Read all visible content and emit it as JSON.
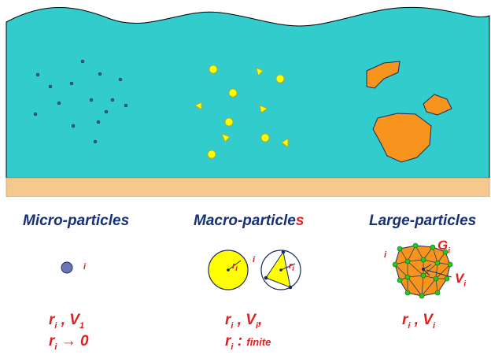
{
  "colors": {
    "water": "#33cccc",
    "sand": "#f5c98d",
    "navy": "#17307a",
    "red": "#e0201c",
    "yellow": "#ffff00",
    "orange": "#f7941d",
    "green_node": "#22cc22"
  },
  "panels": [
    {
      "title_prefix": "Micro-particle",
      "title_suffix": "s",
      "index_label": "i",
      "formula_line1": [
        "r",
        "i",
        " , V",
        "1"
      ],
      "formula_line2_text": "r",
      "formula_line2_sub": "i",
      "formula_line2_rest": " → 0"
    },
    {
      "title_prefix": "Macro-particle",
      "title_suffix": "s",
      "index_label": "i",
      "radius_label": "r",
      "radius_sub": "i",
      "formula_line1": [
        "r",
        "i",
        " , V",
        "i",
        ","
      ],
      "formula_line2_text": "r",
      "formula_line2_sub": "i",
      "formula_line2_rest": " : ",
      "formula_line2_word": "finite"
    },
    {
      "title_prefix": "Large-particle",
      "title_suffix": "s",
      "index_label": "i",
      "g_label": "G",
      "g_sub": "i",
      "v_label": "V",
      "v_sub": "i",
      "formula_line1": [
        "r",
        "i",
        " , V",
        "i"
      ]
    }
  ]
}
